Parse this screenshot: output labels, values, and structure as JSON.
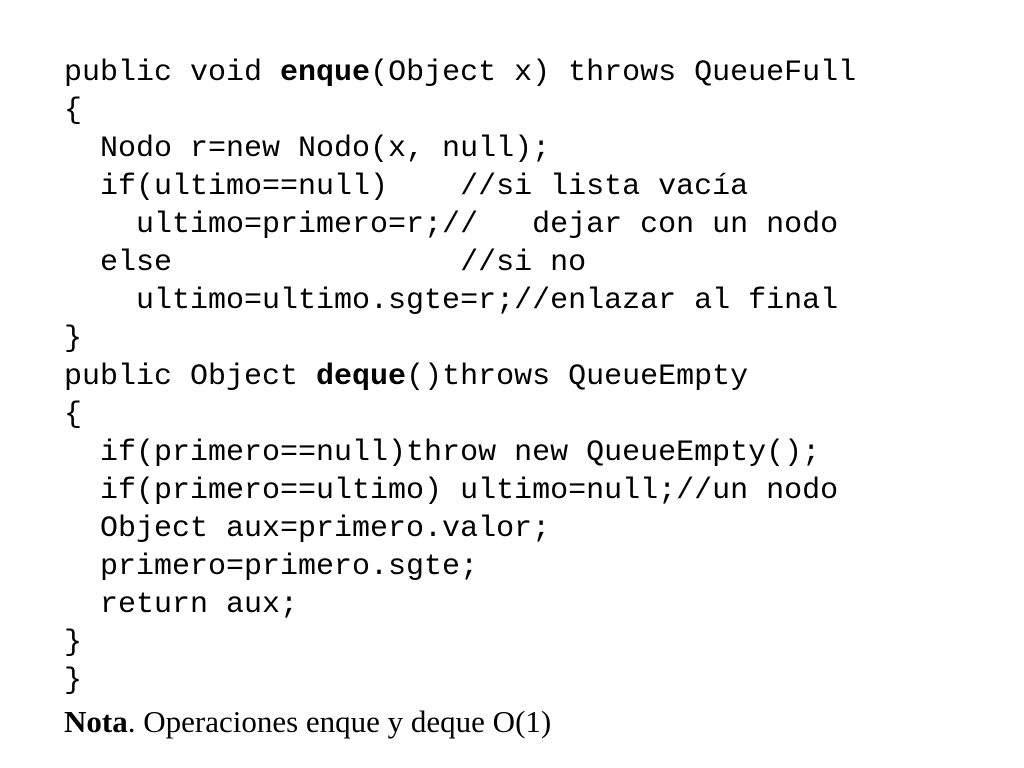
{
  "code": {
    "l01_pre": "public void ",
    "l01_kw": "enque",
    "l01_post": "(Object x) throws QueueFull",
    "l02": "{",
    "l03": "  Nodo r=new Nodo(x, null);",
    "l04": "  if(ultimo==null)    //si lista vacía",
    "l05": "    ultimo=primero=r;//   dejar con un nodo",
    "l06": "  else                //si no",
    "l07": "    ultimo=ultimo.sgte=r;//enlazar al final",
    "l08": "}",
    "l09_pre": "public Object ",
    "l09_kw": "deque",
    "l09_post": "()throws QueueEmpty",
    "l10": "{",
    "l11": "  if(primero==null)throw new QueueEmpty();",
    "l12": "  if(primero==ultimo) ultimo=null;//un nodo",
    "l13": "  Object aux=primero.valor;",
    "l14": "  primero=primero.sgte;",
    "l15": "  return aux;",
    "l16": "}",
    "l17": "}"
  },
  "note": {
    "label": "Nota",
    "text": ". Operaciones enque y deque O(1)"
  }
}
